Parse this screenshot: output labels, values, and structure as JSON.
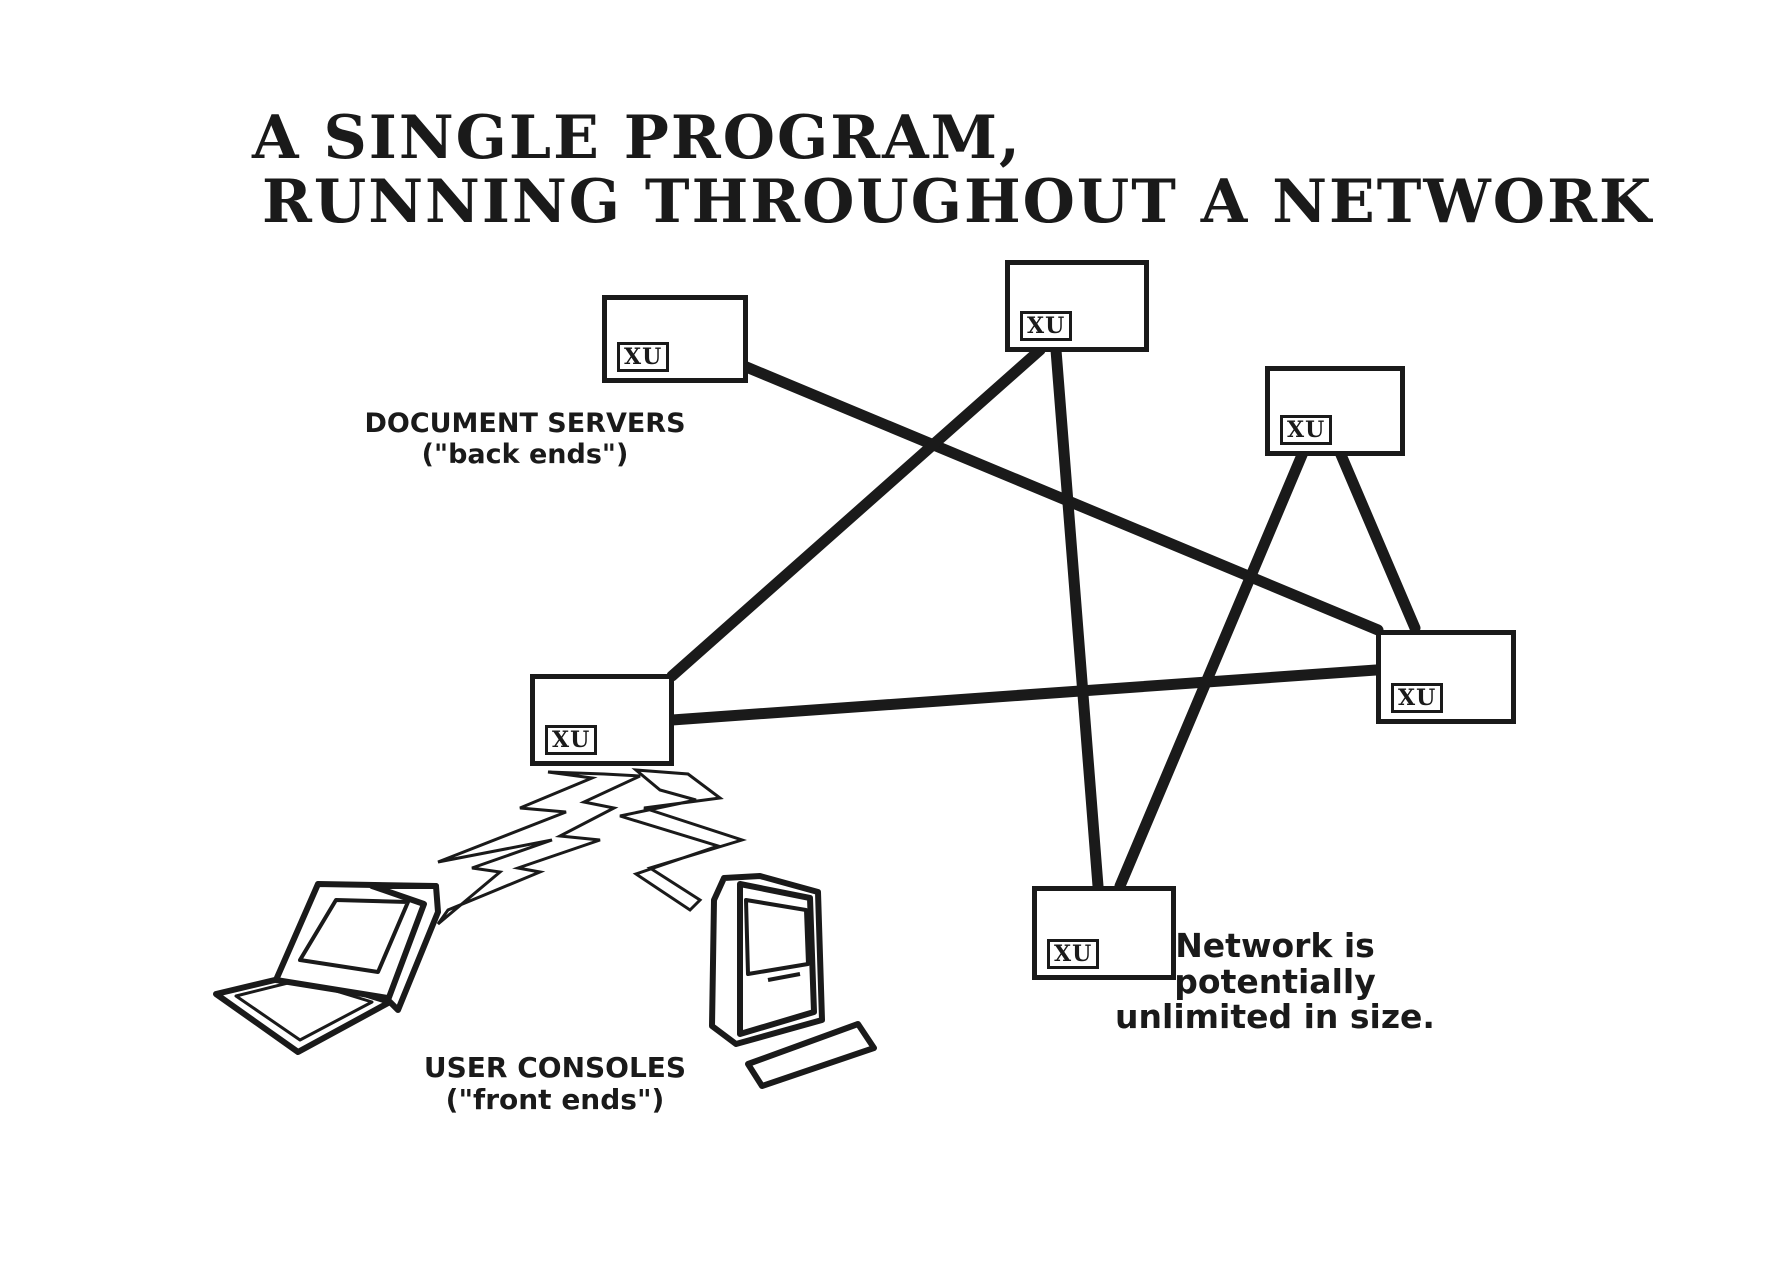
{
  "title": {
    "line1": "A SINGLE PROGRAM,",
    "line2": "RUNNING THROUGHOUT A NETWORK"
  },
  "badge_text": "XU",
  "labels": {
    "document_servers": "DOCUMENT SERVERS",
    "back_ends": "(\"back ends\")",
    "user_consoles": "USER CONSOLES",
    "front_ends": "(\"front ends\")",
    "network_note_1": "Network is",
    "network_note_2": "potentially",
    "network_note_3": "unlimited in size."
  },
  "colors": {
    "ink": "#1a1a1a",
    "paper": "#ffffff"
  },
  "icons": [
    "laptop-icon",
    "desktop-computer-icon",
    "lightning-link-icon"
  ]
}
